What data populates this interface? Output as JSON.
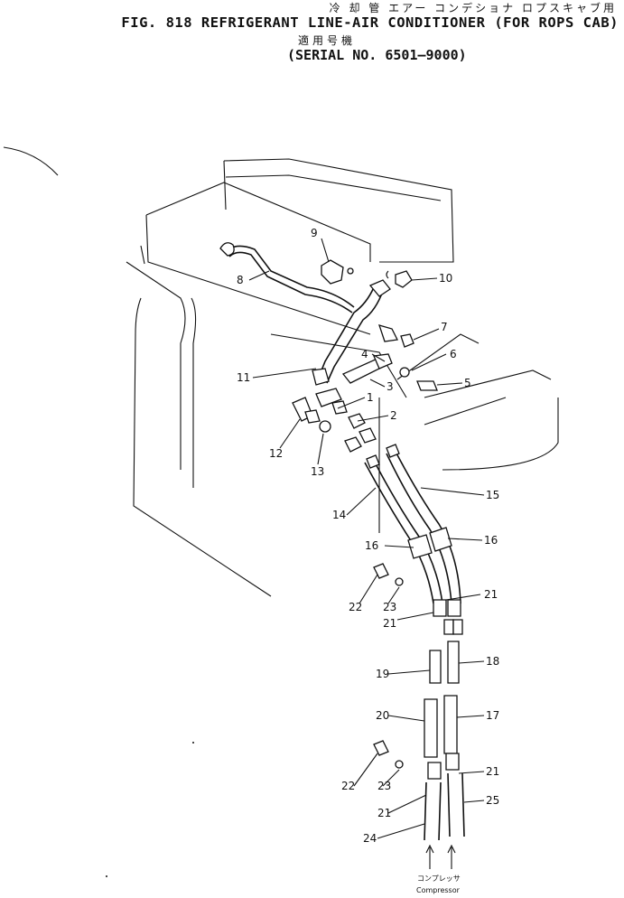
{
  "header": {
    "jp_title": "冷 却 管 エアー コンデショナ ロプスキャブ用",
    "title": "FIG. 818  REFRIGERANT LINE-AIR CONDITIONER (FOR ROPS CAB)",
    "jp_serial": "適用号機",
    "serial": "(SERIAL NO. 6501–9000)"
  },
  "callouts": [
    "1",
    "2",
    "3",
    "4",
    "5",
    "6",
    "7",
    "8",
    "9",
    "10",
    "11",
    "12",
    "13",
    "14",
    "15",
    "16",
    "16",
    "17",
    "18",
    "19",
    "20",
    "21",
    "21",
    "21",
    "21",
    "22",
    "22",
    "23",
    "23",
    "24",
    "25"
  ],
  "footer": {
    "jp_caption": "コンプレッサ",
    "caption": "Compressor"
  }
}
